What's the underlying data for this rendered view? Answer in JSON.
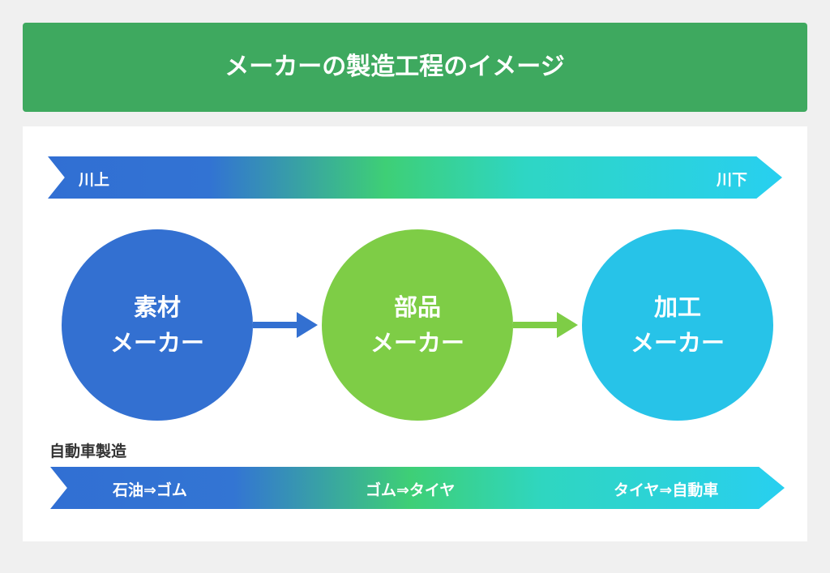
{
  "title": "メーカーの製造工程のイメージ",
  "flow": {
    "start_label": "川上",
    "end_label": "川下"
  },
  "stages": [
    {
      "line1": "素材",
      "line2": "メーカー",
      "color": "#3370d1"
    },
    {
      "line1": "部品",
      "line2": "メーカー",
      "color": "#7ecd46"
    },
    {
      "line1": "加工",
      "line2": "メーカー",
      "color": "#27c3e8"
    }
  ],
  "example": {
    "heading": "自動車製造",
    "steps": [
      "石油⇒ゴム",
      "ゴム⇒タイヤ",
      "タイヤ⇒自動車"
    ]
  },
  "colors": {
    "header": "#3ea95f",
    "blue": "#3370d1",
    "green": "#7ecd46",
    "cyan": "#27c3e8"
  }
}
